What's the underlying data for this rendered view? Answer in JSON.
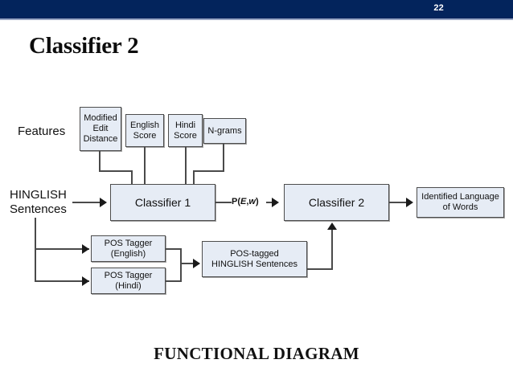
{
  "slide": {
    "page_number": "22",
    "title": "Classifier 2",
    "caption": "FUNCTIONAL DIAGRAM",
    "header_color": "#03245c",
    "node_fill": "#e6ecf5",
    "node_border": "#4d4d4d"
  },
  "labels": {
    "features": "Features",
    "input_line1": "HINGLISH",
    "input_line2": "Sentences",
    "probability_prefix": "P(",
    "probability_e": "E",
    "probability_comma": ",",
    "probability_w": "w",
    "probability_suffix": ")"
  },
  "features": [
    {
      "id": "modified-edit-distance",
      "lines": [
        "Modified",
        "Edit",
        "Distance"
      ]
    },
    {
      "id": "english-score",
      "lines": [
        "English",
        "Score"
      ]
    },
    {
      "id": "hindi-score",
      "lines": [
        "Hindi",
        "Score"
      ]
    },
    {
      "id": "n-grams",
      "lines": [
        "N-grams"
      ]
    }
  ],
  "nodes": {
    "classifier1": "Classifier 1",
    "classifier2": "Classifier 2",
    "identified_language_line1": "Identified Language",
    "identified_language_line2": "of Words",
    "pos_tagger_english_line1": "POS Tagger",
    "pos_tagger_english_line2": "(English)",
    "pos_tagger_hindi_line1": "POS Tagger",
    "pos_tagger_hindi_line2": "(Hindi)",
    "pos_tagged_line1": "POS-tagged",
    "pos_tagged_line2": "HINGLISH Sentences"
  }
}
